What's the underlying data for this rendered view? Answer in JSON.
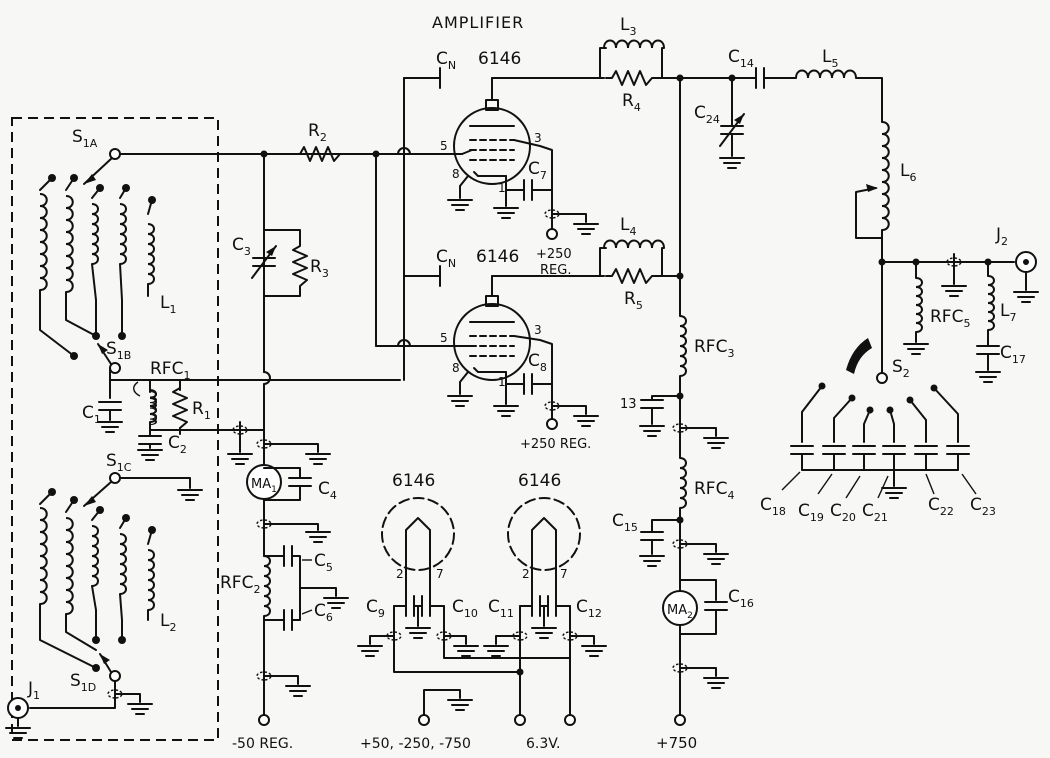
{
  "title": "AMPLIFIER",
  "tubes": {
    "top": "6146",
    "bottom": "6146",
    "heater_left": "6146",
    "heater_right": "6146"
  },
  "pins": {
    "p5": "5",
    "p3": "3",
    "p8": "8",
    "p1": "1",
    "p2": "2",
    "p7": "7"
  },
  "labels": {
    "CN": "C",
    "CN_sub": "N",
    "L1": "L",
    "L1_sub": "1",
    "L2": "L",
    "L2_sub": "2",
    "L3": "L",
    "L3_sub": "3",
    "L4": "L",
    "L4_sub": "4",
    "L5": "L",
    "L5_sub": "5",
    "L6": "L",
    "L6_sub": "6",
    "L7": "L",
    "L7_sub": "7",
    "R1": "R",
    "R1_sub": "1",
    "R2": "R",
    "R2_sub": "2",
    "R3": "R",
    "R3_sub": "3",
    "R4": "R",
    "R4_sub": "4",
    "R5": "R",
    "R5_sub": "5",
    "C1": "C",
    "C1_sub": "1",
    "C2": "C",
    "C2_sub": "2",
    "C3": "C",
    "C3_sub": "3",
    "C4": "C",
    "C4_sub": "4",
    "C5": "C",
    "C5_sub": "5",
    "C6": "C",
    "C6_sub": "6",
    "C7": "C",
    "C7_sub": "7",
    "C8": "C",
    "C8_sub": "8",
    "C9": "C",
    "C9_sub": "9",
    "C10": "C",
    "C10_sub": "10",
    "C11": "C",
    "C11_sub": "11",
    "C12": "C",
    "C12_sub": "12",
    "C13": "13",
    "C14": "C",
    "C14_sub": "14",
    "C15": "C",
    "C15_sub": "15",
    "C16": "C",
    "C16_sub": "16",
    "C17": "C",
    "C17_sub": "17",
    "C18": "C",
    "C18_sub": "18",
    "C19": "C",
    "C19_sub": "19",
    "C20": "C",
    "C20_sub": "20",
    "C21": "C",
    "C21_sub": "21",
    "C22": "C",
    "C22_sub": "22",
    "C23": "C",
    "C23_sub": "23",
    "C24": "C",
    "C24_sub": "24",
    "RFC1": "RFC",
    "RFC1_sub": "1",
    "RFC2": "RFC",
    "RFC2_sub": "2",
    "RFC3": "RFC",
    "RFC3_sub": "3",
    "RFC4": "RFC",
    "RFC4_sub": "4",
    "RFC5": "RFC",
    "RFC5_sub": "5",
    "S1A": "S",
    "S1A_sub": "1A",
    "S1B": "S",
    "S1B_sub": "1B",
    "S1C": "S",
    "S1C_sub": "1C",
    "S1D": "S",
    "S1D_sub": "1D",
    "S2": "S",
    "S2_sub": "2",
    "J1": "J",
    "J1_sub": "1",
    "J2": "J",
    "J2_sub": "2",
    "MA1": "MA",
    "MA1_sub": "1",
    "MA2": "MA",
    "MA2_sub": "2"
  },
  "supplies": {
    "screen_top": "+250",
    "screen_top_2": "REG.",
    "screen_bottom": "+250 REG.",
    "bias": "-50 REG.",
    "heater_supply": "+50, -250, -750",
    "filament": "6.3V.",
    "plate": "+750"
  }
}
